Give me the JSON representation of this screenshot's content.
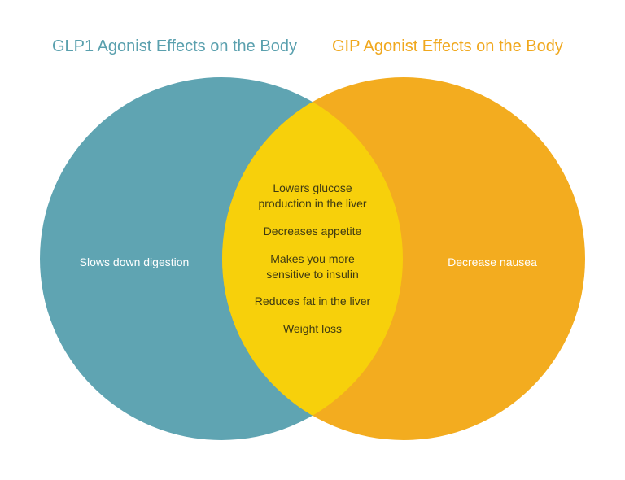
{
  "left_set": {
    "title": "GLP1 Agonist Effects on the Body",
    "items": [
      "Slows down digestion"
    ],
    "color": "#5fa4b2"
  },
  "right_set": {
    "title": "GIP Agonist Effects on the Body",
    "items": [
      "Decrease nausea"
    ],
    "color": "#f3ac1f"
  },
  "overlap": {
    "color": "#f7d00b",
    "items": [
      "Lowers glucose production in the liver",
      "Decreases appetite",
      "Makes you more sensitive to insulin",
      "Reduces fat in the liver",
      "Weight loss"
    ]
  }
}
